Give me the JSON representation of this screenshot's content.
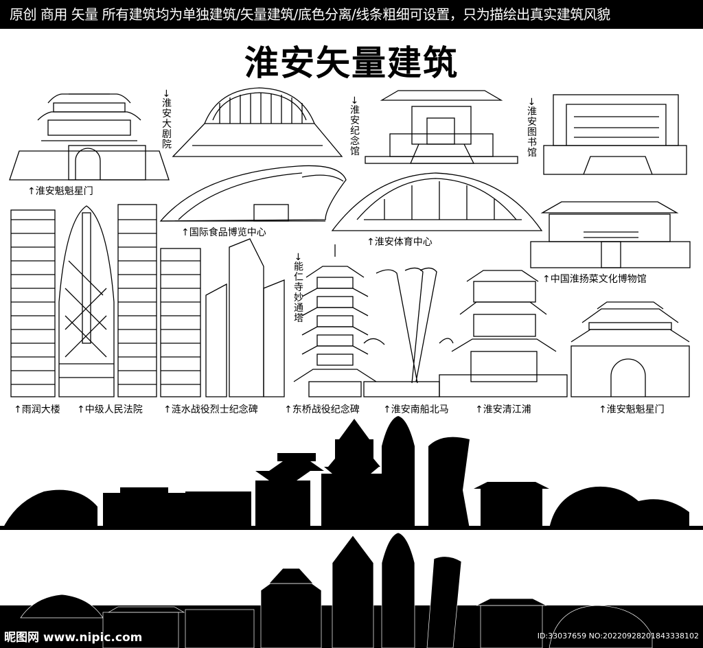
{
  "banner": {
    "text": "原创 商用 矢量 所有建筑均为单独建筑/矢量建筑/底色分离/线条粗细可设置，只为描绘出真实建筑风貌"
  },
  "title": "淮安矢量建筑",
  "labels": {
    "kuixingmen_top": "↑淮安魁魁星门",
    "da_juyuan": "→淮安大剧院",
    "jinianguan": "→淮安纪念馆",
    "tushuguan": "→淮安图书馆",
    "food_expo": "↑国际食品博览中心",
    "sports_center": "↑淮安体育中心",
    "cuisine_museum": "↑中国淮扬菜文化博物馆",
    "nengren_pagoda": "→能仁寺妙通塔",
    "yurun": "↑雨润大楼",
    "court": "↑中级人民法院",
    "lianshui": "↑涟水战役烈士纪念碑",
    "dongqiao": "↑东桥战役纪念碑",
    "nanchuan": "↑淮安南船北马",
    "qingjiangpu": "↑淮安清江浦",
    "kuixingmen_bottom": "↑淮安魁魁星门"
  },
  "watermark": {
    "logo": "昵图网 www.nipic.com",
    "id": "ID:33037659 NO:20220928201843338102"
  },
  "colors": {
    "ink": "#000000",
    "paper": "#ffffff"
  }
}
